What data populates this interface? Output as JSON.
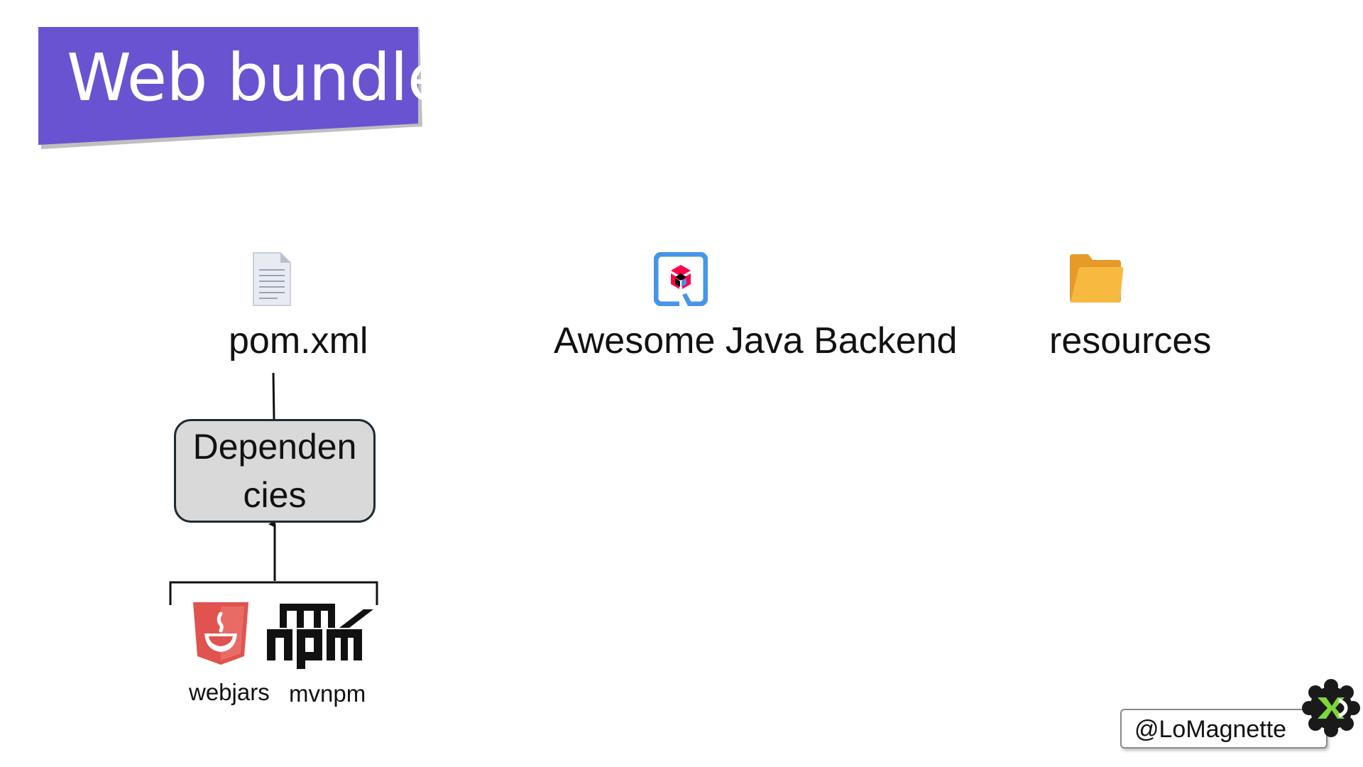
{
  "title": "Web bundler",
  "nodes": {
    "pom": "pom.xml",
    "backend": "Awesome Java Backend",
    "resources": "resources",
    "dependencies": "Dependencies"
  },
  "sources": {
    "webjars": "webjars",
    "mvnpm": "mvnpm"
  },
  "footer": {
    "handle": "@LoMagnette"
  },
  "colors": {
    "banner": "#6a53d0",
    "webjars_red": "#e0534e",
    "folder": "#f7b940",
    "quarkus_blue": "#4695eb"
  },
  "icons": [
    "document-icon",
    "quarkus-logo-icon",
    "folder-icon",
    "webjars-logo-icon",
    "mvnpm-logo-icon",
    "brand-badge-icon"
  ]
}
